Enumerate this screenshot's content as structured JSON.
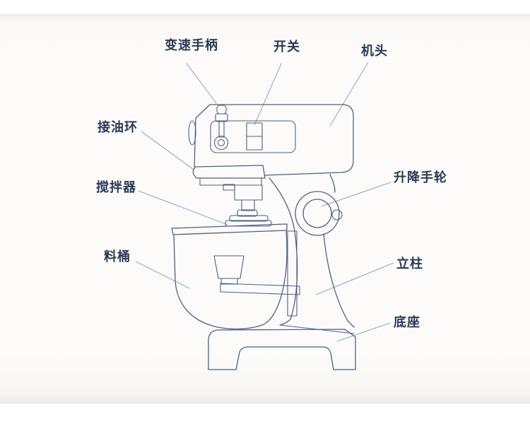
{
  "page": {
    "background": "#ffffff",
    "canvas_background": "#fcfbf9"
  },
  "diagram": {
    "type": "labeled-line-drawing",
    "subject": "stand-mixer",
    "stroke_color": "#4f5f85",
    "leader_color": "#9aa8c8",
    "label_color": "#2b3a55",
    "labels": [
      {
        "id": "speed-handle",
        "text": "变速手柄"
      },
      {
        "id": "switch",
        "text": "开关"
      },
      {
        "id": "machine-head",
        "text": "机头"
      },
      {
        "id": "oil-ring",
        "text": "接油环"
      },
      {
        "id": "agitator",
        "text": "搅拌器"
      },
      {
        "id": "bowl",
        "text": "料桶"
      },
      {
        "id": "lift-handwheel",
        "text": "升降手轮"
      },
      {
        "id": "column",
        "text": "立柱"
      },
      {
        "id": "base",
        "text": "底座"
      }
    ],
    "leaders": [
      [
        264,
        90,
        306,
        146
      ],
      [
        398,
        90,
        360,
        177
      ],
      [
        521,
        88,
        467,
        178
      ],
      [
        200,
        186,
        274,
        240
      ],
      [
        196,
        270,
        322,
        318
      ],
      [
        192,
        370,
        268,
        408
      ],
      [
        553,
        258,
        455,
        292
      ],
      [
        557,
        372,
        447,
        417
      ],
      [
        552,
        457,
        477,
        483
      ]
    ]
  }
}
